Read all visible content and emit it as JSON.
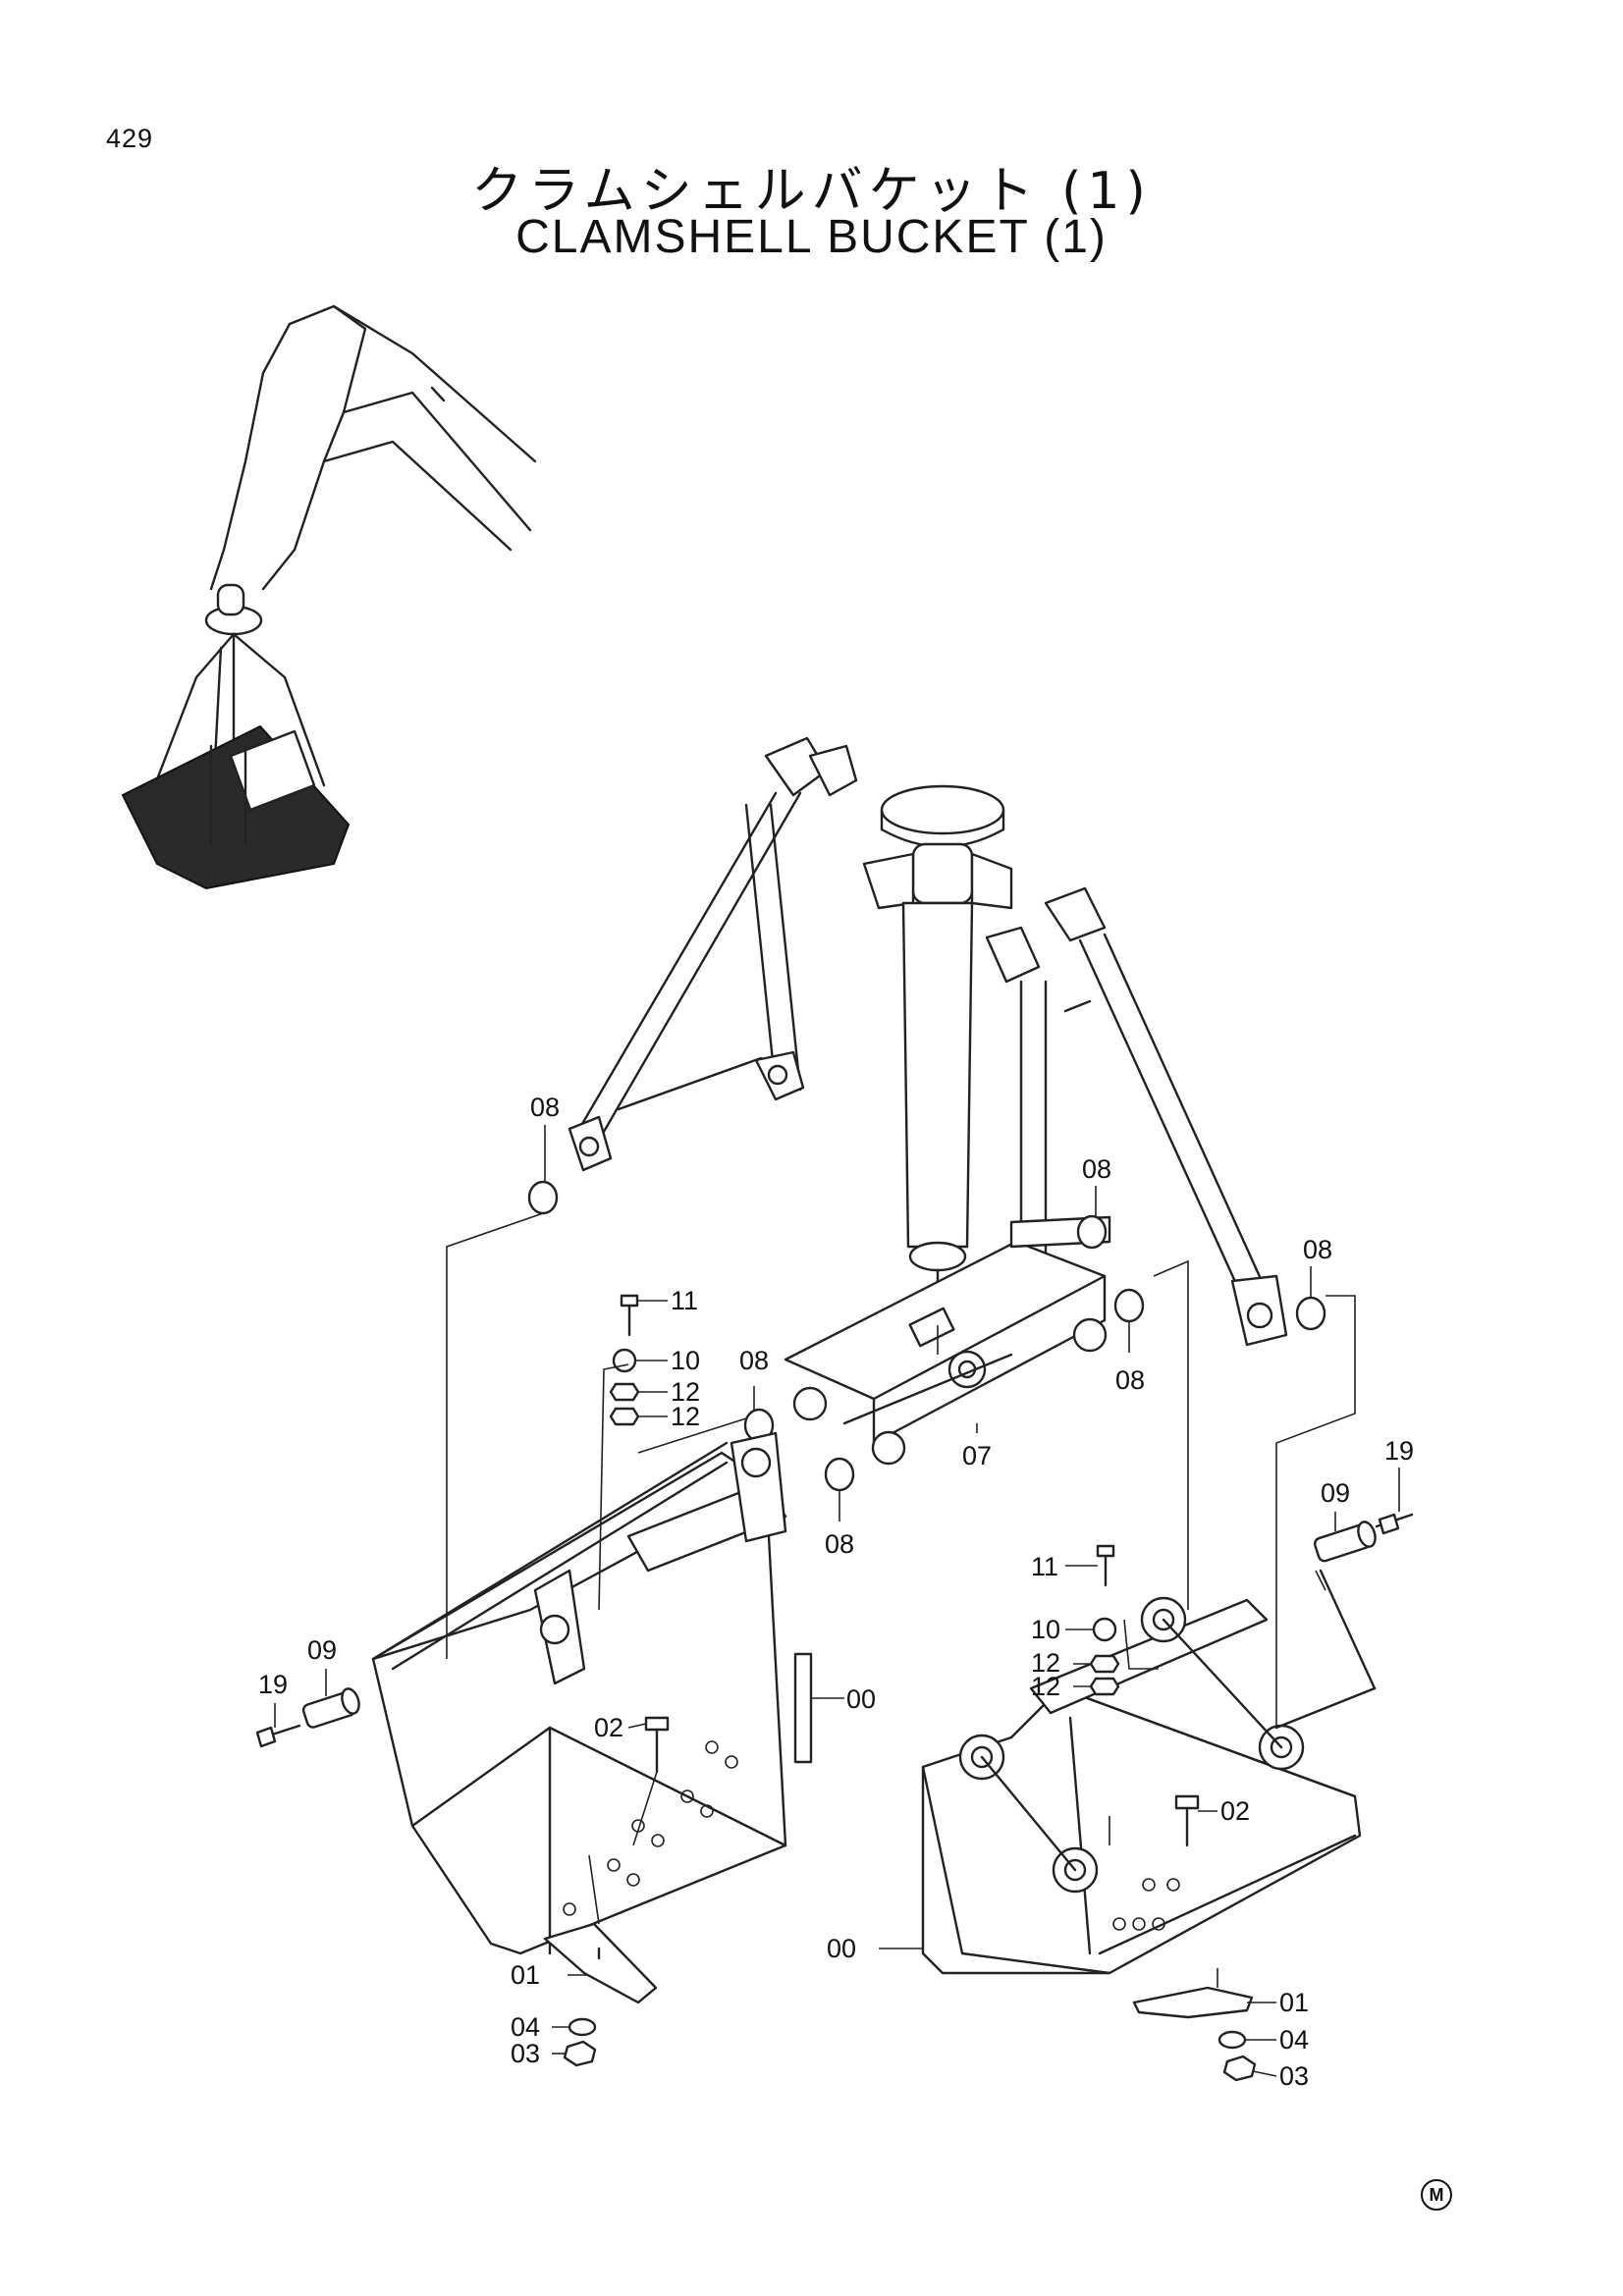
{
  "page": {
    "number": "429",
    "title_jp": "クラムシェルバケット (1)",
    "title_en": "CLAMSHELL BUCKET (1)",
    "footer_mark": "M"
  },
  "callouts": [
    {
      "id": "c-08-a",
      "label": "08"
    },
    {
      "id": "c-08-b",
      "label": "08"
    },
    {
      "id": "c-08-c",
      "label": "08"
    },
    {
      "id": "c-08-d",
      "label": "08"
    },
    {
      "id": "c-08-e",
      "label": "08"
    },
    {
      "id": "c-08-f",
      "label": "08"
    },
    {
      "id": "c-11-a",
      "label": "11"
    },
    {
      "id": "c-10-a",
      "label": "10"
    },
    {
      "id": "c-12-a",
      "label": "12"
    },
    {
      "id": "c-12-b",
      "label": "12"
    },
    {
      "id": "c-07",
      "label": "07"
    },
    {
      "id": "c-19-a",
      "label": "19"
    },
    {
      "id": "c-09-a",
      "label": "09"
    },
    {
      "id": "c-19-b",
      "label": "19"
    },
    {
      "id": "c-09-b",
      "label": "09"
    },
    {
      "id": "c-00-a",
      "label": "00"
    },
    {
      "id": "c-02-a",
      "label": "02"
    },
    {
      "id": "c-11-b",
      "label": "11"
    },
    {
      "id": "c-10-b",
      "label": "10"
    },
    {
      "id": "c-12-c",
      "label": "12"
    },
    {
      "id": "c-12-d",
      "label": "12"
    },
    {
      "id": "c-02-b",
      "label": "02"
    },
    {
      "id": "c-00-b",
      "label": "00"
    },
    {
      "id": "c-01-a",
      "label": "01"
    },
    {
      "id": "c-04-a",
      "label": "04"
    },
    {
      "id": "c-03-a",
      "label": "03"
    },
    {
      "id": "c-01-b",
      "label": "01"
    },
    {
      "id": "c-04-b",
      "label": "04"
    },
    {
      "id": "c-03-b",
      "label": "03"
    }
  ]
}
